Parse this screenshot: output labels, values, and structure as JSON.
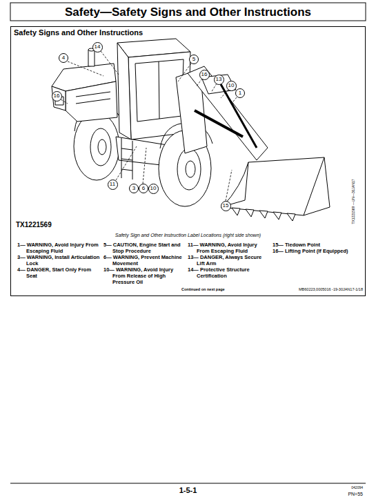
{
  "diagram": {
    "title": "Safety—Safety Signs and Other Instructions",
    "nodes": [
      {
        "text": [
          "Safety Signs and Other Instructions"
        ]
      },
      {
        "text": [
          "14"
        ],
        "in": 0
      },
      {
        "text": [
          "4"
        ],
        "in": 0
      },
      {
        "text": [
          "5"
        ],
        "in": 0
      },
      {
        "text": [
          "16"
        ],
        "in": 0
      },
      {
        "text": [
          "13"
        ],
        "in": 0
      },
      {
        "text": [
          "10"
        ],
        "in": 0
      },
      {
        "text": [
          "1"
        ],
        "in": 0
      },
      {
        "text": [
          "16"
        ],
        "in": 0
      },
      {
        "text": [
          "11"
        ],
        "in": 0
      },
      {
        "text": [
          "3"
        ],
        "in": 0
      },
      {
        "text": [
          "6"
        ],
        "in": 0
      },
      {
        "text": [
          "10"
        ],
        "in": 0
      },
      {
        "text": [
          "15"
        ],
        "in": 0
      }
    ],
    "labels": [
      "TX1221569",
      "Safety Sign and Other Instruction Label Locations (right side shown)",
      "1— WARNING, Avoid Injury From Escaping Fluid",
      "3— WARNING, Install Articulation Lock",
      "4— DANGER, Start Only From Seat",
      "5— CAUTION, Engine Start and Stop Procedure",
      "6— WARNING, Prevent Machine Movement",
      "10— WARNING, Avoid Injury From Release of High Pressure Oil",
      "11— WARNING, Avoid Injury From Escaping Fluid",
      "13— DANGER, Always Secure Lift Arm",
      "14— Protective Structure Certification",
      "15— Tiedown Point",
      "16— Lifting Point (If Equipped)",
      "TX1221569 —UN—30JAN17",
      "Continued on next page",
      "MB60223,0005016 -19-30JAN17-1/18",
      "1-5-1",
      "042094",
      "PN=55"
    ]
  }
}
